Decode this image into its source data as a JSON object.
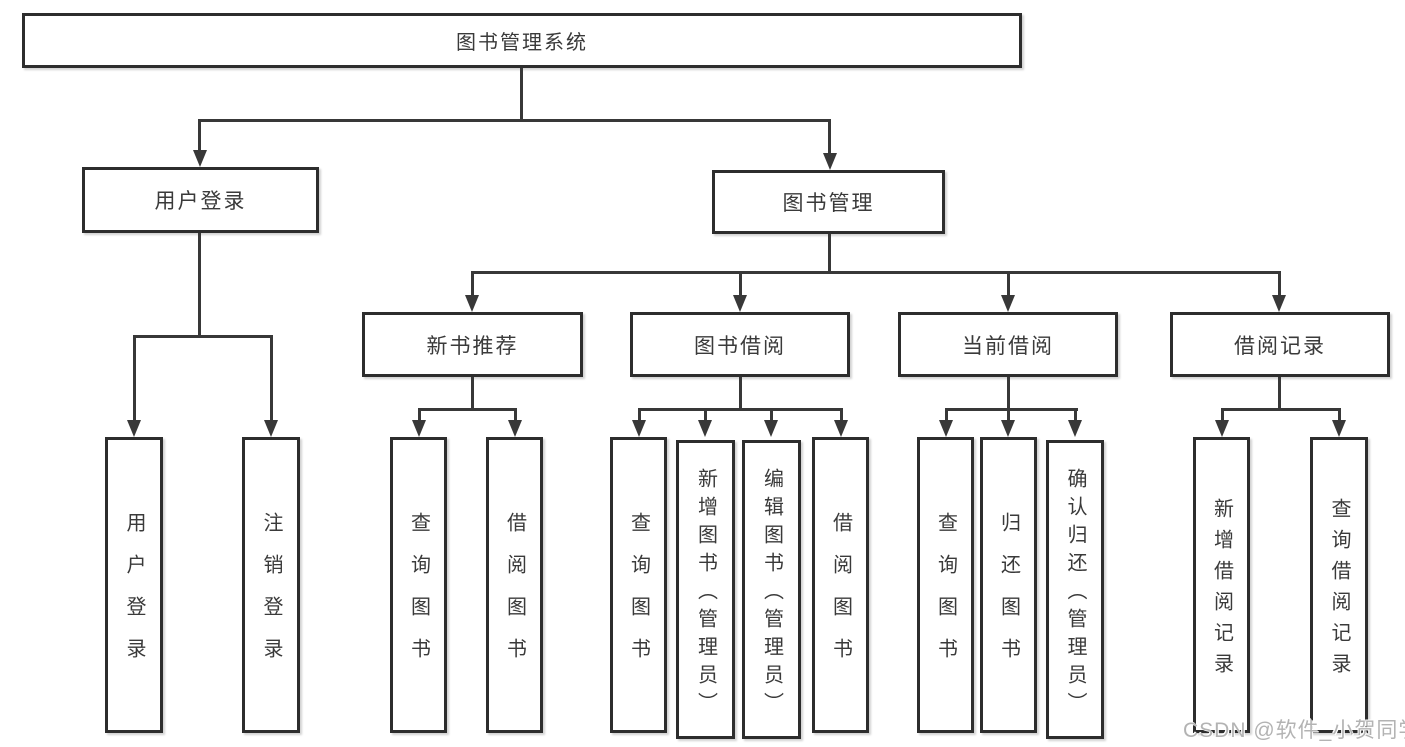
{
  "diagram_title": "图书管理系统",
  "tree": {
    "label": "图书管理系统",
    "children": [
      {
        "label": "用户登录",
        "children": [
          {
            "label": "用户登录"
          },
          {
            "label": "注销登录"
          }
        ]
      },
      {
        "label": "图书管理",
        "children": [
          {
            "label": "新书推荐",
            "children": [
              {
                "label": "查询图书"
              },
              {
                "label": "借阅图书"
              }
            ]
          },
          {
            "label": "图书借阅",
            "children": [
              {
                "label": "查询图书"
              },
              {
                "label": "新增图书（管理员）"
              },
              {
                "label": "编辑图书（管理员）"
              },
              {
                "label": "借阅图书"
              }
            ]
          },
          {
            "label": "当前借阅",
            "children": [
              {
                "label": "查询图书"
              },
              {
                "label": "归还图书"
              },
              {
                "label": "确认归还（管理员）"
              }
            ]
          },
          {
            "label": "借阅记录",
            "children": [
              {
                "label": "新增借阅记录"
              },
              {
                "label": "查询借阅记录"
              }
            ]
          }
        ]
      }
    ]
  },
  "watermark": {
    "text": "CSDN @软件_小贺同学"
  },
  "colors": {
    "box_border": "#2d2d2d",
    "connector_line": "#383838",
    "text": "#3a3a3a",
    "watermark": "#b3b3b3",
    "background": "#ffffff"
  }
}
